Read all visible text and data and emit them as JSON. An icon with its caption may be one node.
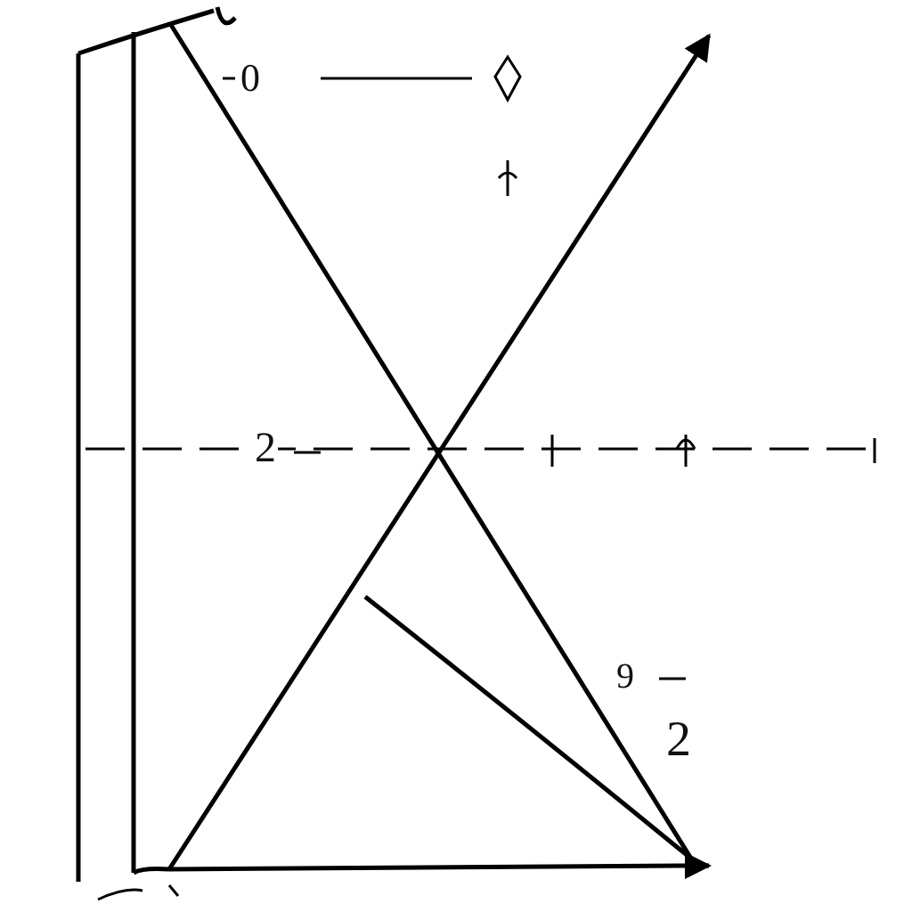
{
  "diagram": {
    "labels": [
      "0",
      "2",
      "9",
      "2"
    ]
  }
}
